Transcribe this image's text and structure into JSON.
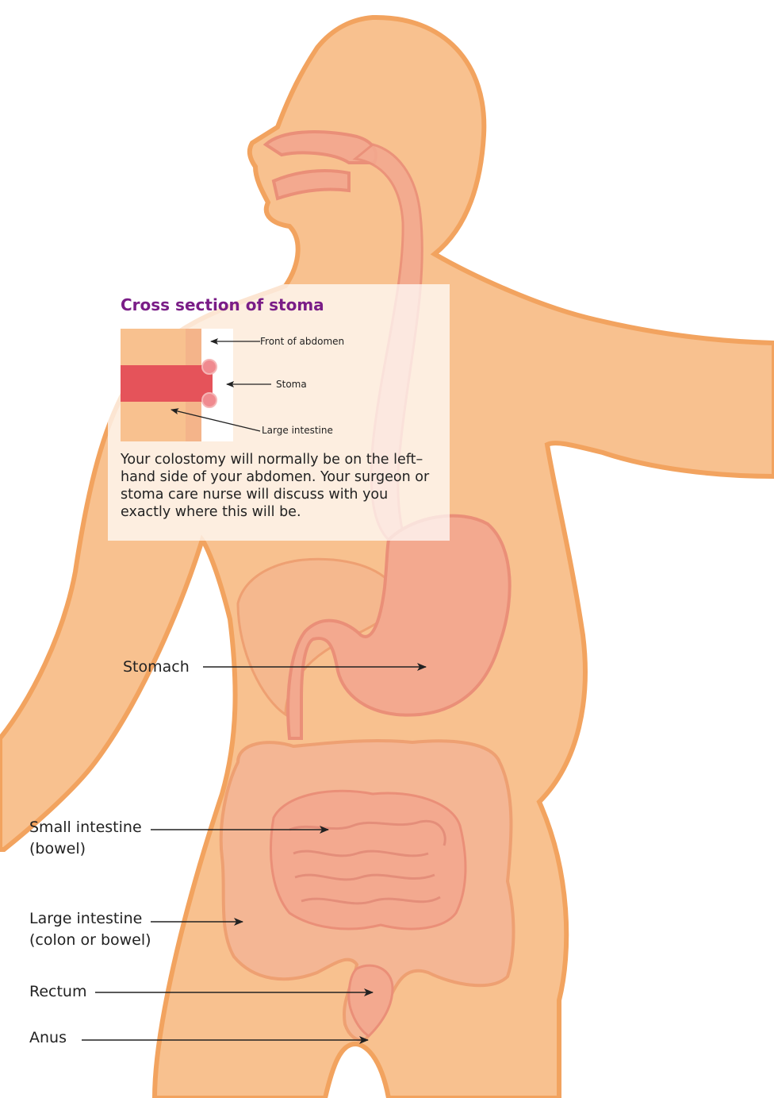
{
  "colors": {
    "skin": "#f8c18f",
    "skin_outline": "#f2a35f",
    "organ": "#f3a98f",
    "organ_dark": "#ea8f78",
    "intestine": "#f4b694",
    "title_purple": "#7a1d87",
    "stoma_red": "#e5535a"
  },
  "inset": {
    "title": "Cross section of stoma",
    "labels": {
      "front": "Front of abdomen",
      "stoma": "Stoma",
      "large_intestine": "Large intestine"
    },
    "description": "Your colostomy will normally be on the left–hand side of your abdomen. Your surgeon or stoma care nurse will discuss with you exactly where this will be."
  },
  "labels": {
    "stomach": "Stomach",
    "small_intestine_1": "Small intestine",
    "small_intestine_2": "(bowel)",
    "large_intestine_1": "Large intestine",
    "large_intestine_2": "(colon or bowel)",
    "rectum": "Rectum",
    "anus": "Anus"
  }
}
